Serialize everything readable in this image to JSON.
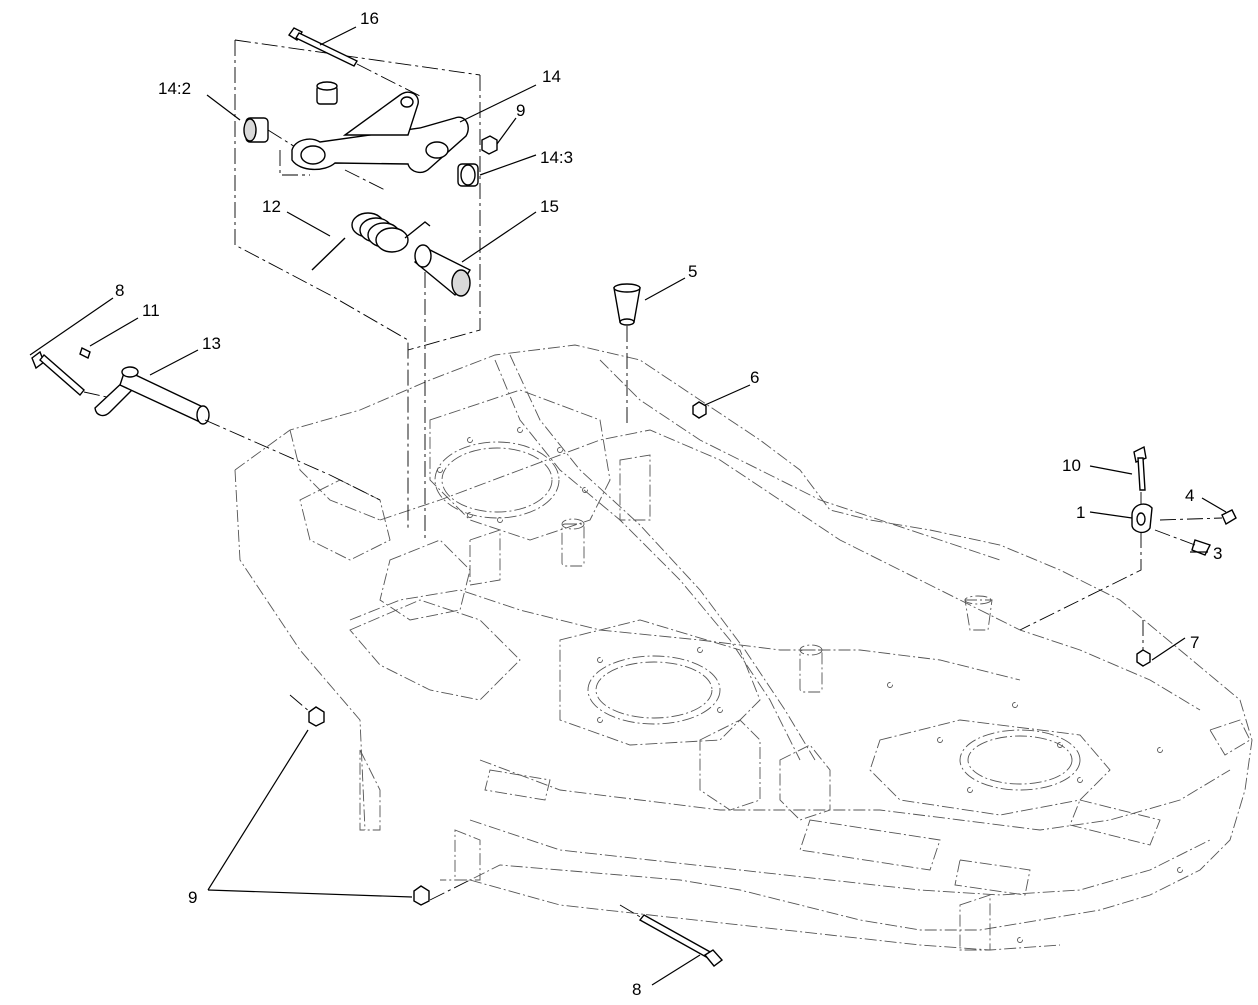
{
  "callouts": {
    "c16": "16",
    "c14_2": "14:2",
    "c14": "14",
    "c9_top": "9",
    "c14_3": "14:3",
    "c12": "12",
    "c15": "15",
    "c5": "5",
    "c8_left": "8",
    "c11": "11",
    "c13": "13",
    "c6": "6",
    "c10": "10",
    "c4": "4",
    "c1": "1",
    "c3": "3",
    "c7": "7",
    "c9_bottom": "9",
    "c8_bottom": "8"
  },
  "colors": {
    "line": "#000000",
    "ghost": "#555555",
    "background": "#ffffff"
  }
}
